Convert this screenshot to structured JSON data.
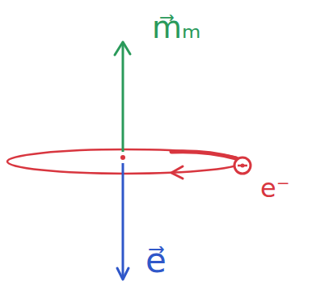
{
  "diagram": {
    "labels": [
      "m⃗ₘ",
      "e⁻",
      "e⃗"
    ]
  }
}
